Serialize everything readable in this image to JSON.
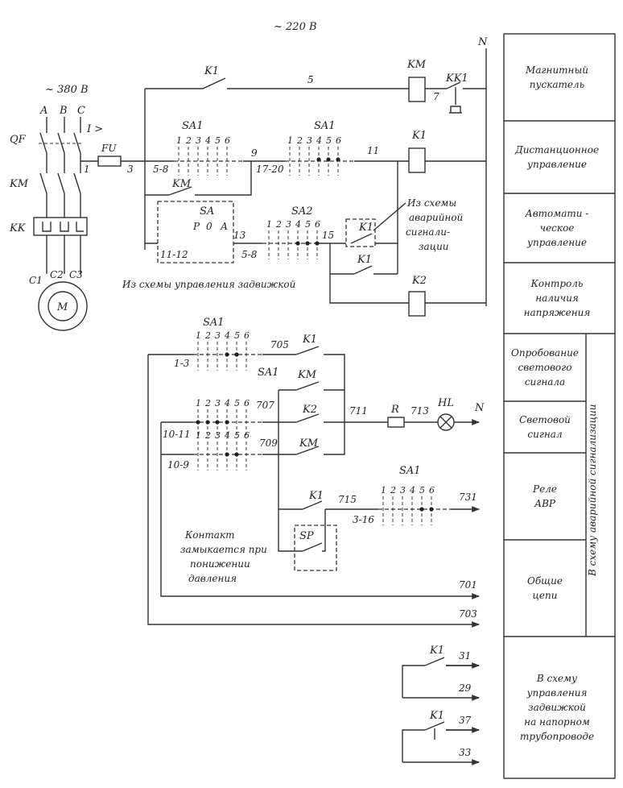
{
  "supply": {
    "single_phase": "~ 220 В",
    "three_phase": "~ 380 В",
    "neutral": "N"
  },
  "phases": {
    "a": "A",
    "b": "B",
    "c": "C"
  },
  "power": {
    "breaker": "QF",
    "overcurrent": "I >",
    "contactor": "KM",
    "thermal_relay": "KK",
    "motor": "M",
    "terminals": [
      "C1",
      "C2",
      "C3"
    ],
    "fuse": "FU"
  },
  "nodes": {
    "n1": "1",
    "n3": "3",
    "n5": "5",
    "n7": "7",
    "n9": "9",
    "n11": "11",
    "n13": "13",
    "n15": "15",
    "n705": "705",
    "n707": "707",
    "n709": "709",
    "n711": "711",
    "n713": "713",
    "n715": "715",
    "n731": "731",
    "n701": "701",
    "n703": "703",
    "n31": "31",
    "n29": "29",
    "n37": "37",
    "n33": "33"
  },
  "components": {
    "k1": "K1",
    "k2": "K2",
    "km": "KM",
    "kk1": "KK1",
    "sa": "SA",
    "sa1": "SA1",
    "sa2": "SA2",
    "r": "R",
    "hl": "HL",
    "sp": "SP"
  },
  "switch_positions": [
    "1",
    "2",
    "3",
    "4",
    "5",
    "6"
  ],
  "sa_positions": [
    "Р",
    "0",
    "А"
  ],
  "contact_pairs": {
    "c5_8": "5-8",
    "c17_20": "17-20",
    "c11_12": "11-12",
    "c1_3": "1-3",
    "c10_11": "10-11",
    "c10_9": "10-9",
    "c3_16": "3-16"
  },
  "notes": {
    "from_valve": "Из схемы управления задвижкой",
    "from_alarm": [
      "Из схемы",
      "аварийной",
      "сигнали-",
      "зации"
    ],
    "sp_contact": [
      "Контакт",
      "замыкается при",
      "понижении",
      "давления"
    ]
  },
  "right_column": [
    [
      "Магнитный",
      "пускатель"
    ],
    [
      "Дистанционное",
      "управление"
    ],
    [
      "Автомати -",
      "ческое",
      "управление"
    ],
    [
      "Контроль",
      "наличия",
      "напряжения"
    ],
    [
      "Опробование",
      "светового",
      "сигнала"
    ],
    [
      "Световой",
      "сигнал"
    ],
    [
      "Реле",
      "АВР"
    ],
    [
      "Общие",
      "цепи"
    ],
    [
      "В схему",
      "управления",
      "задвижкой",
      "на напорном",
      "трубопроводе"
    ]
  ],
  "vertical_label": "В схему аварийной сигнализации"
}
